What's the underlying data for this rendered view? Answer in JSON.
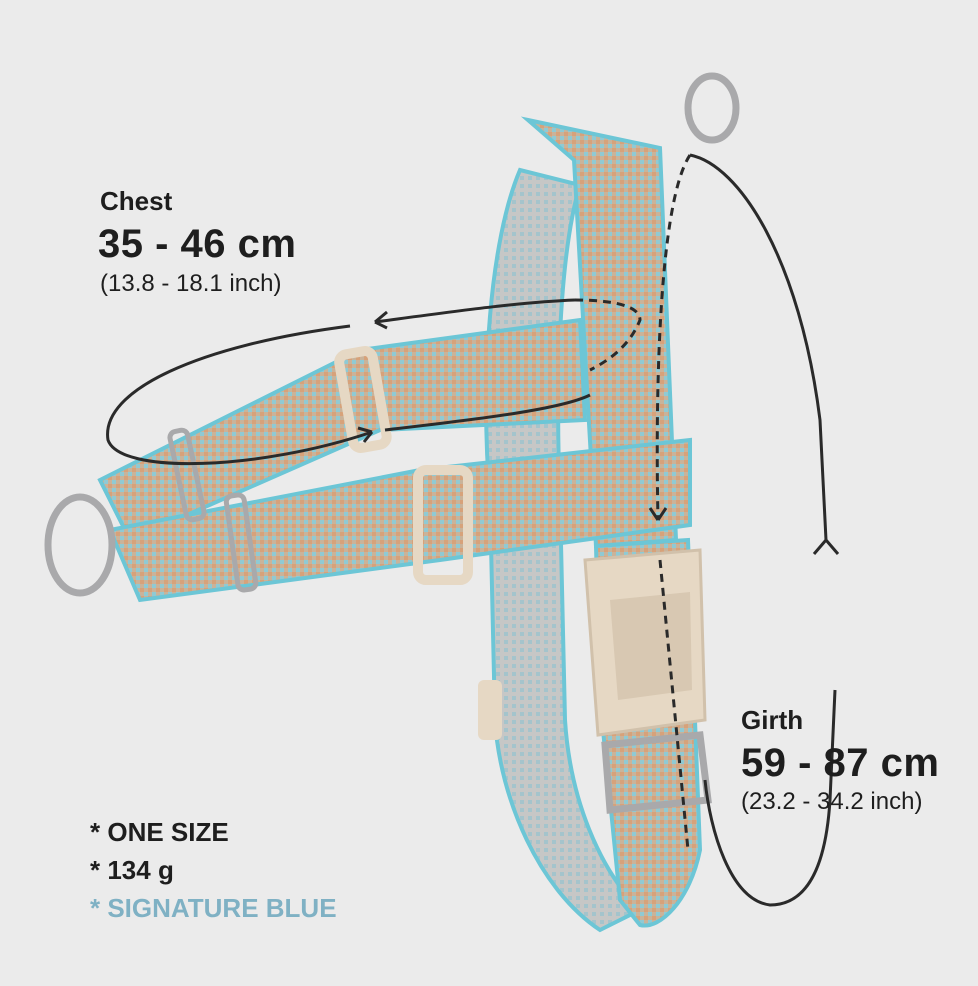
{
  "chest": {
    "label": "Chest",
    "value": "35 - 46 cm",
    "imperial": "(13.8 - 18.1 inch)"
  },
  "girth": {
    "label": "Girth",
    "value": "59 - 87 cm",
    "imperial": "(23.2 - 34.2 inch)"
  },
  "specs": {
    "size": "* ONE SIZE",
    "weight": "* 134 g",
    "color": "* SIGNATURE BLUE"
  },
  "colors": {
    "background": "#ebebeb",
    "strap_main": "#c9b9a4",
    "strap_edge": "#6cc6d6",
    "buckle": "#e6d8c4",
    "ring": "#a9a9ab",
    "signature_blue": "#7fb1c4"
  }
}
